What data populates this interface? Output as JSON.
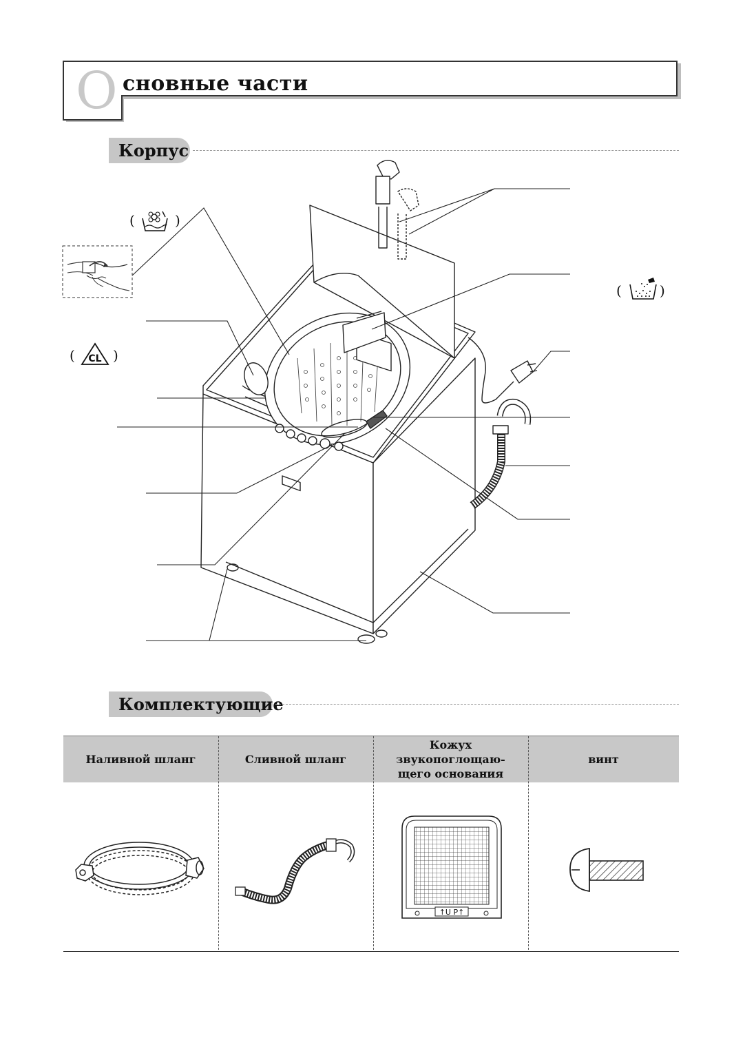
{
  "header": {
    "title_initial": "О",
    "title_rest": "сновные части"
  },
  "sections": {
    "body_label": "Корпус",
    "accessories_label": "Комплектующие"
  },
  "accessories": {
    "columns": [
      {
        "header": "Наливной шланг"
      },
      {
        "header": "Сливной шланг"
      },
      {
        "header_line1": "Кожух звукопоглощаю-",
        "header_line2": "щего основания"
      },
      {
        "header": "винт"
      }
    ],
    "base_cover_marking": "↑U P↑"
  },
  "symbols": {
    "left_paren": "(",
    "right_paren": ")",
    "bleach_symbol_text": "CL"
  }
}
